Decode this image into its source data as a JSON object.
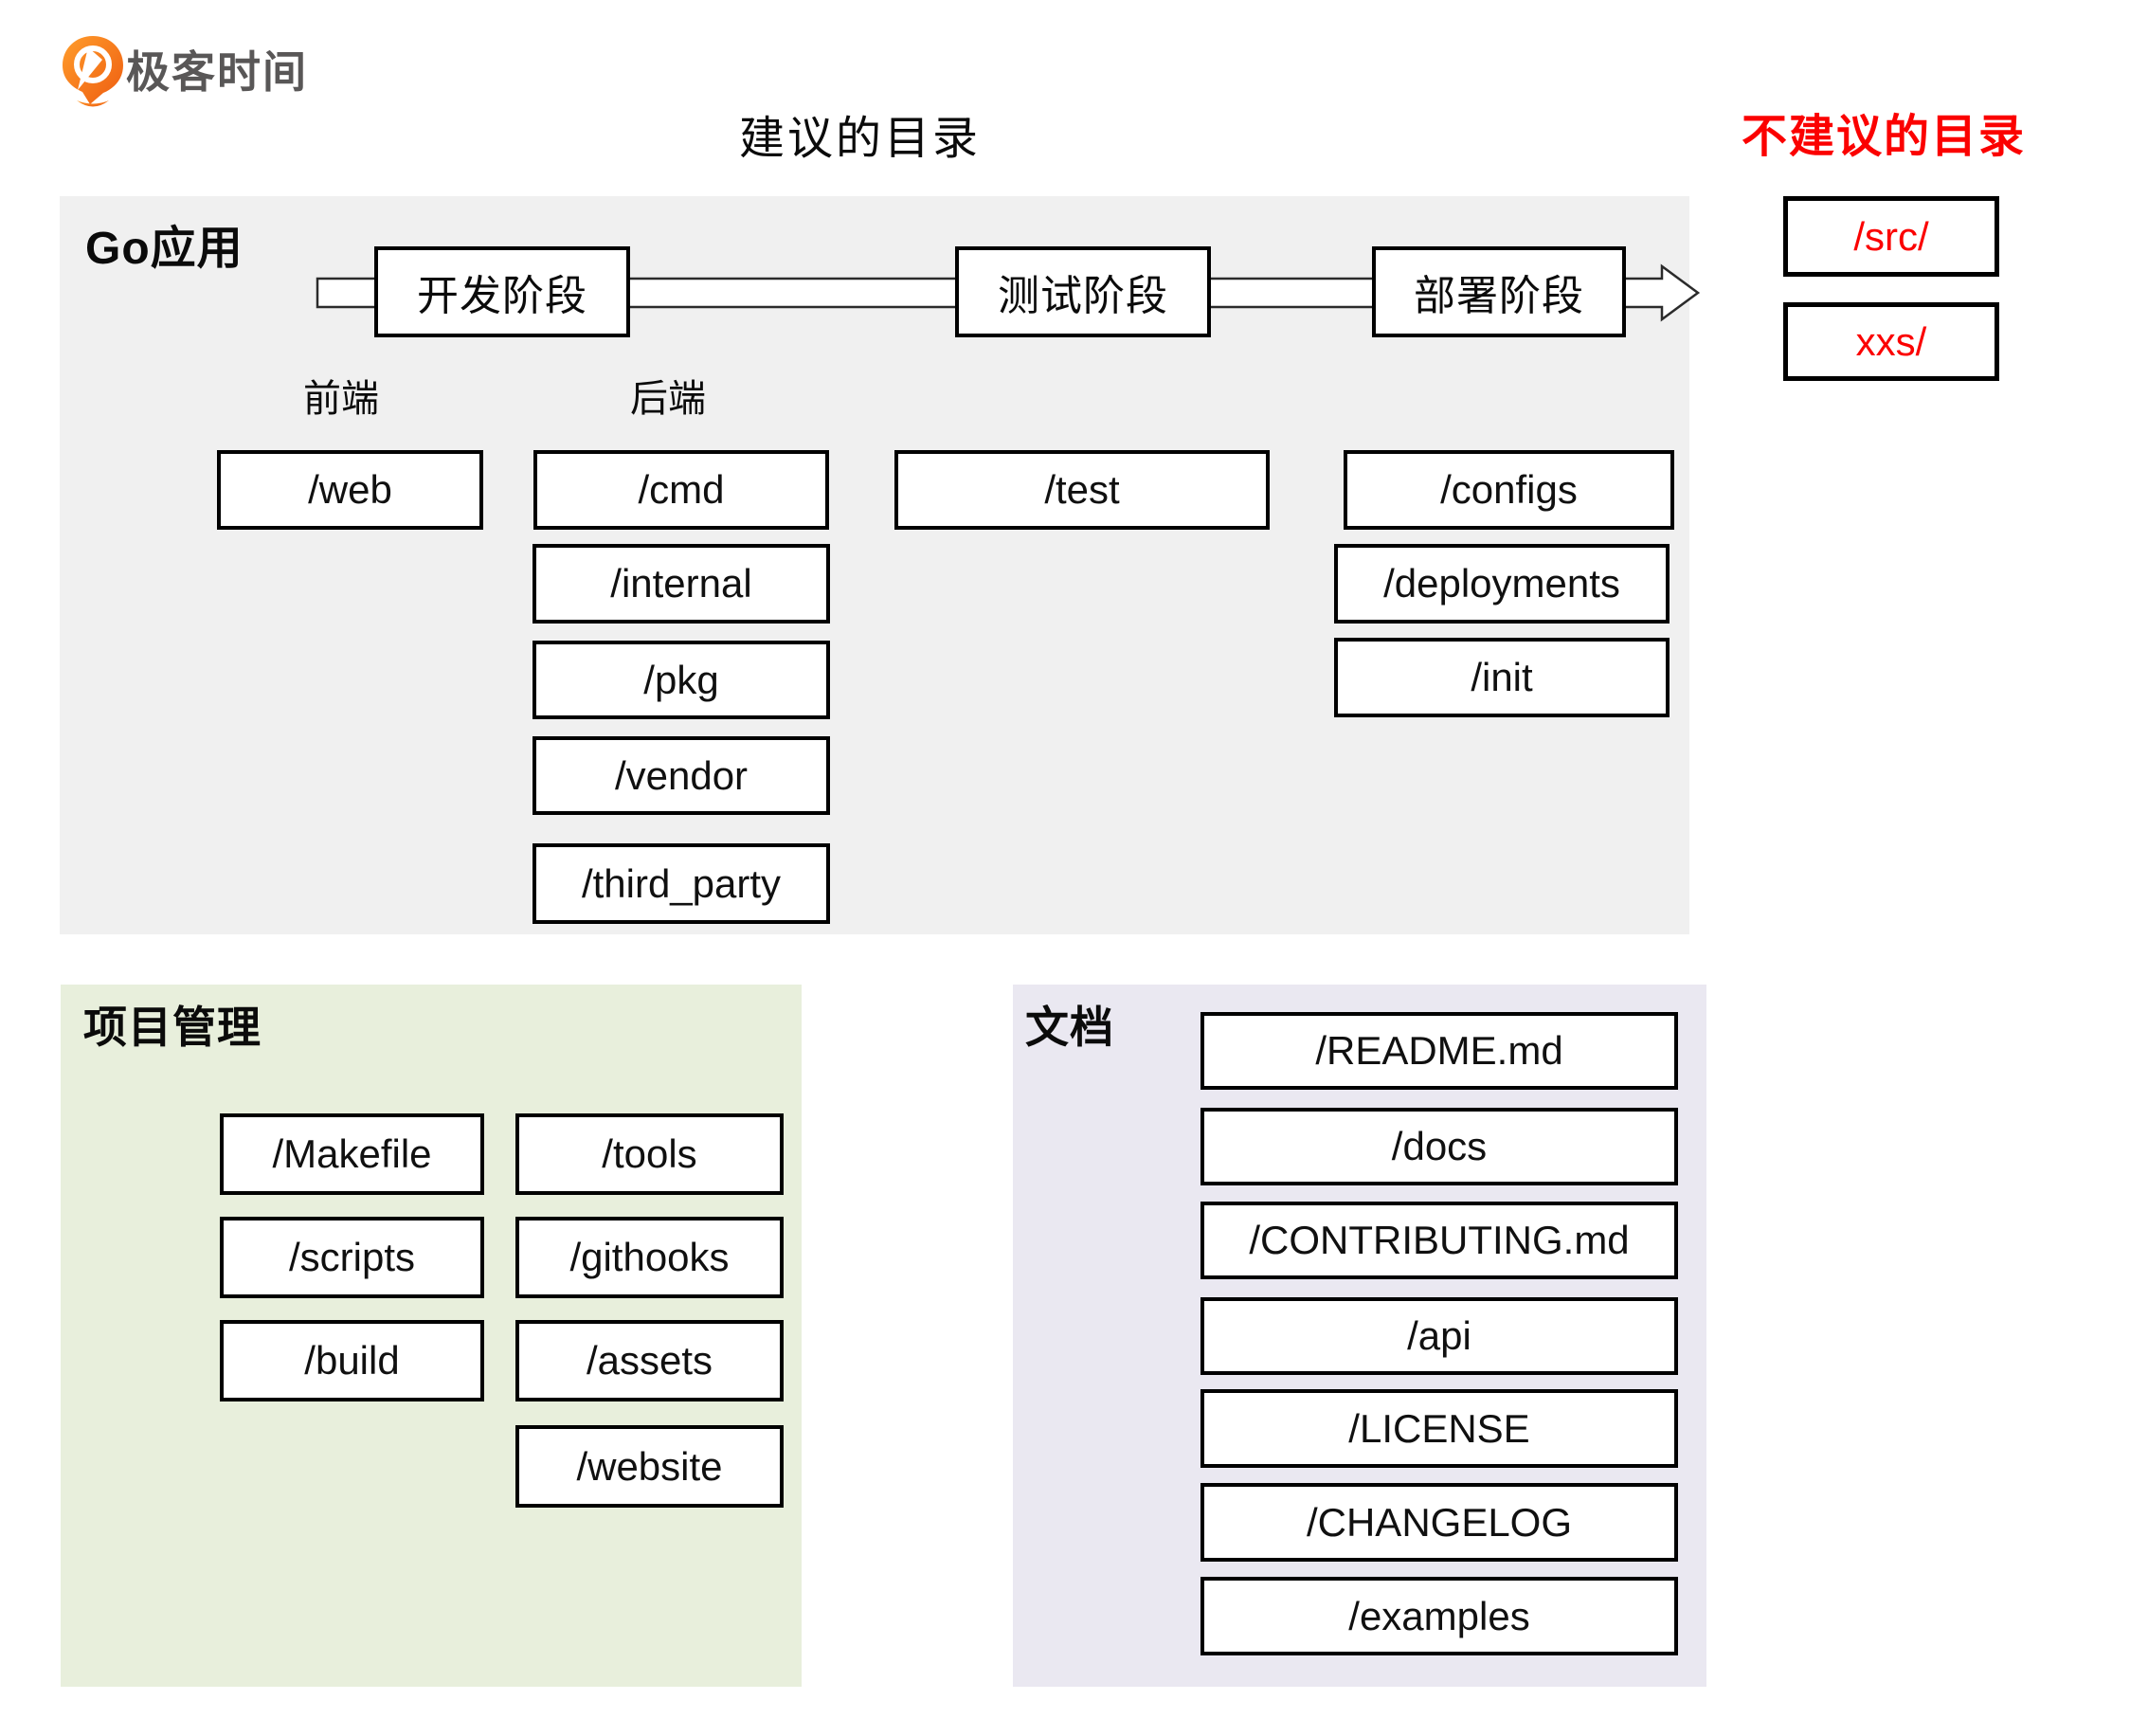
{
  "brand": {
    "name": "极客时间"
  },
  "titles": {
    "recommended": "建议的目录",
    "not_recommended": "不建议的目录"
  },
  "colors": {
    "red": "#fb0100",
    "panel_gray": "#f0f0f0",
    "panel_green": "#e8efdc",
    "panel_purple": "#eae8f1",
    "logo_orange": "#f4711d",
    "logo_text_gray": "#595757",
    "ink": "#111111"
  },
  "go_app": {
    "title": "Go应用",
    "front_label": "前端",
    "back_label": "后端",
    "stages": [
      {
        "label": "开发阶段"
      },
      {
        "label": "测试阶段"
      },
      {
        "label": "部署阶段"
      }
    ],
    "dirs": [
      {
        "label": "/web"
      },
      {
        "label": "/cmd"
      },
      {
        "label": "/internal"
      },
      {
        "label": "/pkg"
      },
      {
        "label": "/vendor"
      },
      {
        "label": "/third_party"
      },
      {
        "label": "/test"
      },
      {
        "label": "/configs"
      },
      {
        "label": "/deployments"
      },
      {
        "label": "/init"
      }
    ]
  },
  "not_recommended": {
    "dirs": [
      {
        "label": "/src/"
      },
      {
        "label": "xxs/"
      }
    ]
  },
  "project_management": {
    "title": "项目管理",
    "dirs": [
      {
        "label": "/Makefile"
      },
      {
        "label": "/tools"
      },
      {
        "label": "/scripts"
      },
      {
        "label": "/githooks"
      },
      {
        "label": "/build"
      },
      {
        "label": "/assets"
      },
      {
        "label": "/website"
      }
    ]
  },
  "docs": {
    "title": "文档",
    "dirs": [
      {
        "label": "/README.md"
      },
      {
        "label": "/docs"
      },
      {
        "label": "/CONTRIBUTING.md"
      },
      {
        "label": "/api"
      },
      {
        "label": "/LICENSE"
      },
      {
        "label": "/CHANGELOG"
      },
      {
        "label": "/examples"
      }
    ]
  }
}
